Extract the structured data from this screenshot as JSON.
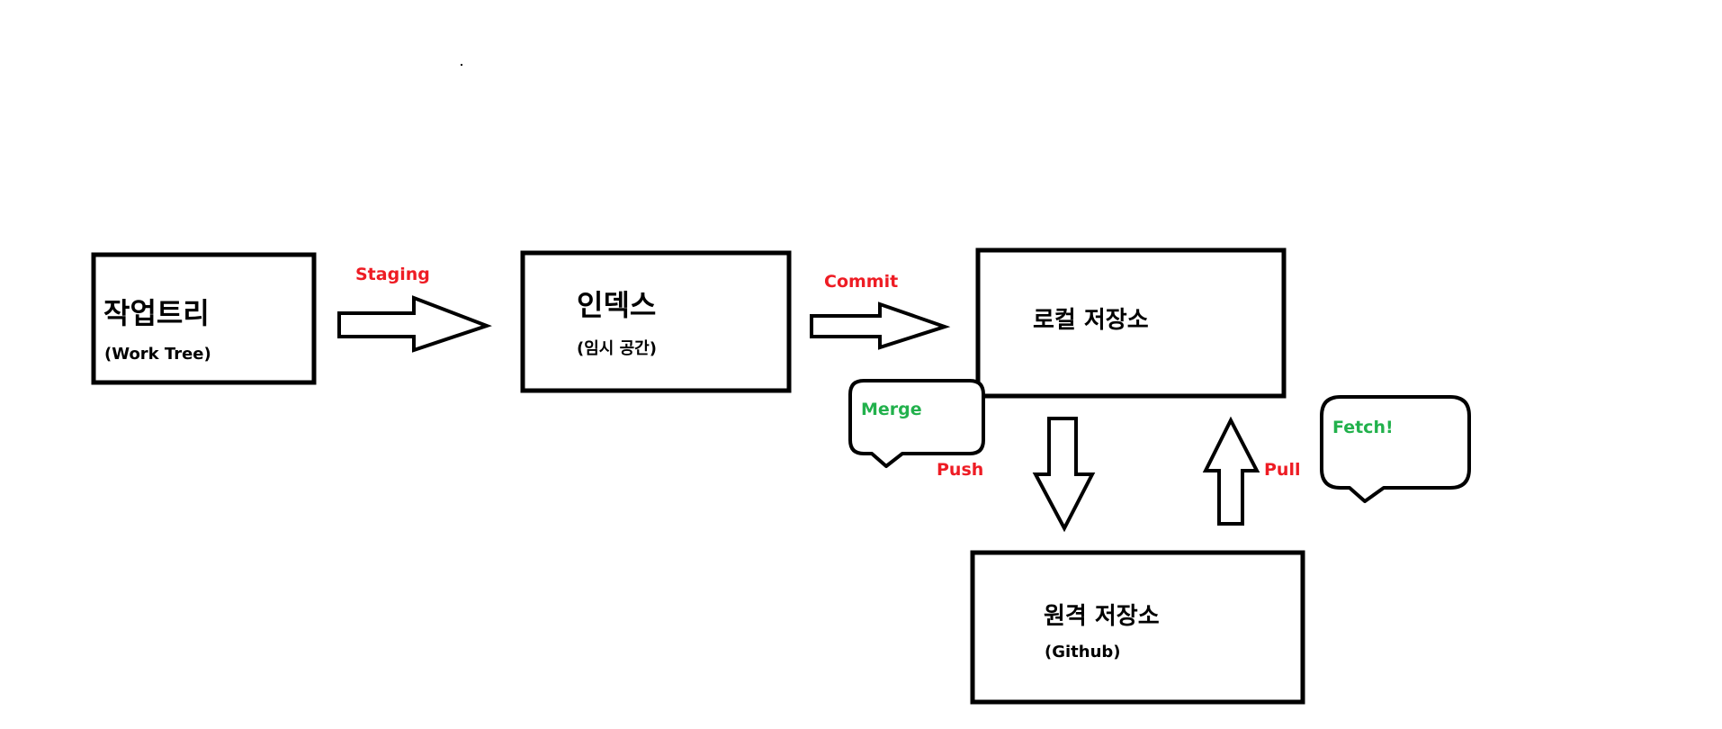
{
  "colors": {
    "stroke": "#000000",
    "arrow_label": "#ee1c24",
    "bubble_label": "#22b14c",
    "background": "#ffffff"
  },
  "nodes": {
    "work_tree": {
      "title": "작업트리",
      "subtitle": "(Work Tree)"
    },
    "index": {
      "title": "인덱스",
      "subtitle": "(임시 공간)"
    },
    "local_repo": {
      "title": "로컬 저장소"
    },
    "remote_repo": {
      "title": "원격 저장소",
      "subtitle": "(Github)"
    }
  },
  "edges": {
    "staging": {
      "from": "work_tree",
      "to": "index",
      "label": "Staging"
    },
    "commit": {
      "from": "index",
      "to": "local_repo",
      "label": "Commit"
    },
    "push": {
      "from": "local_repo",
      "to": "remote_repo",
      "label": "Push"
    },
    "pull": {
      "from": "remote_repo",
      "to": "local_repo",
      "label": "Pull"
    }
  },
  "bubbles": {
    "merge": {
      "text": "Merge"
    },
    "fetch": {
      "text": "Fetch!"
    }
  }
}
